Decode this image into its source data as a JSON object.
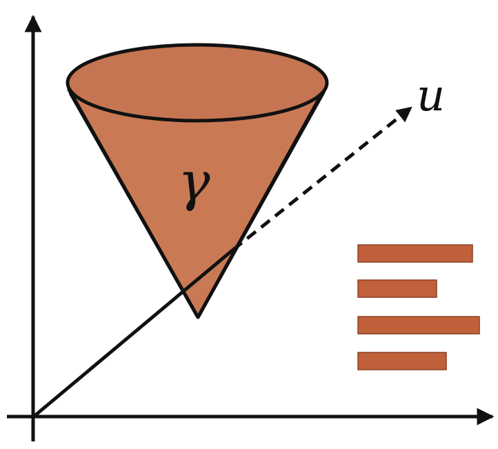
{
  "labels": {
    "cone": "γ",
    "vector": "u"
  },
  "icons": {
    "cone": "cone-shape",
    "legend": "bar-list-icon"
  },
  "colors": {
    "cone_fill": "#c97a55",
    "bar_fill": "#c0613c",
    "bar_stroke": "#8c3f22",
    "ink": "#111111"
  }
}
